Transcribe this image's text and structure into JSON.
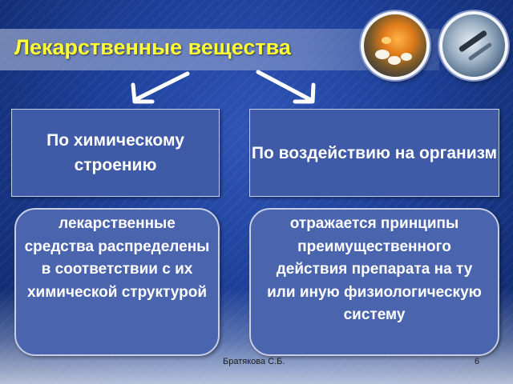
{
  "slide": {
    "title": "Лекарственные вещества",
    "categories": [
      {
        "heading": "По  химическому строению",
        "description": "лекарственные средства распределены в соответствии с их химической структурой"
      },
      {
        "heading": "По  воздействию на организм",
        "description": "отражается принципы преимущественного действия препарата на ту или иную физиологическую систему"
      }
    ],
    "footer": {
      "author": "Братякова С.Б.",
      "page_number": "6"
    }
  },
  "colors": {
    "title": "#ffff33",
    "box_fill": "#3f5aa6",
    "background": "#1d3f98"
  },
  "images": [
    "pills-photo",
    "surgery-photo"
  ]
}
